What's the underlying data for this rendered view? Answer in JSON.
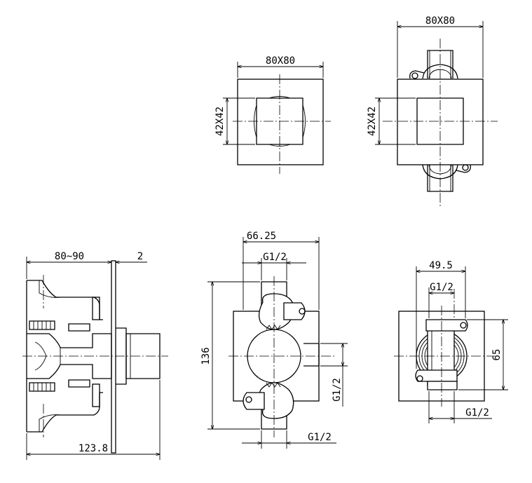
{
  "dimensions": {
    "top_mid_width": "80X80",
    "top_mid_height": "42X42",
    "top_right_width": "80X80",
    "top_right_height": "42X42",
    "side_depth": "80~90",
    "side_plate": "2",
    "side_total": "123.8",
    "front_width": "66.25",
    "front_port_top": "G1/2",
    "front_height": "136",
    "front_port_side": "G1/2",
    "front_port_bottom": "G1/2",
    "right_width": "49.5",
    "right_port_top": "G1/2",
    "right_height": "65",
    "right_port_bottom": "G1/2"
  }
}
